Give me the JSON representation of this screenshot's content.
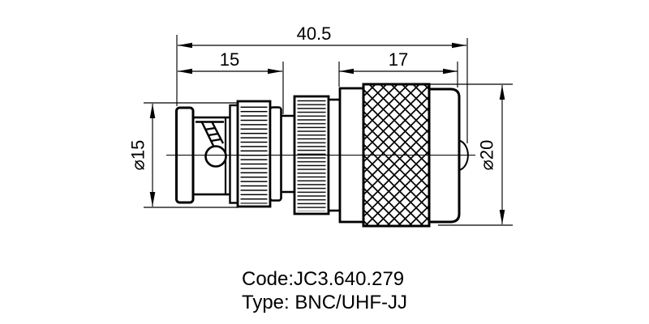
{
  "page": {
    "background": "#ffffff",
    "ink": "#000000"
  },
  "dimensions": {
    "overall_length": "40.5",
    "left_section_length": "15",
    "right_section_length": "17",
    "left_diameter": "⌀15",
    "right_diameter": "⌀20"
  },
  "labels": {
    "code": "Code:JC3.640.279",
    "type": "Type: BNC/UHF-JJ"
  }
}
